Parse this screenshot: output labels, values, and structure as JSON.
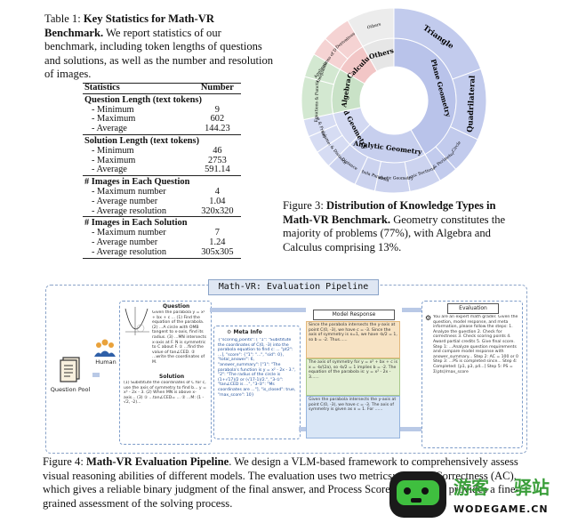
{
  "table1": {
    "caption_label": "Table 1:",
    "caption_bold": "Key Statistics for Math-VR Benchmark.",
    "caption_rest": "We report statistics of our benchmark, including token lengths of questions and solutions, as well as the number and resolution of images.",
    "col_headers": [
      "Statistics",
      "Number"
    ],
    "groups": [
      {
        "title": "Question Length (text tokens)",
        "rows": [
          [
            "- Minimum",
            "9"
          ],
          [
            "- Maximum",
            "602"
          ],
          [
            "- Average",
            "144.23"
          ]
        ]
      },
      {
        "title": "Solution Length (text tokens)",
        "rows": [
          [
            "- Minimum",
            "46"
          ],
          [
            "- Maximum",
            "2753"
          ],
          [
            "- Average",
            "591.14"
          ]
        ]
      },
      {
        "title": "# Images in Each Question",
        "rows": [
          [
            "- Maximum number",
            "4"
          ],
          [
            "- Average number",
            "1.04"
          ],
          [
            "- Average resolution",
            "320x320"
          ]
        ]
      },
      {
        "title": "# Images in Each Solution",
        "rows": [
          [
            "- Maximum number",
            "7"
          ],
          [
            "- Average number",
            "1.24"
          ],
          [
            "- Average resolution",
            "305x305"
          ]
        ]
      }
    ]
  },
  "figure3": {
    "caption_label": "Figure 3:",
    "caption_bold": "Distribution of Knowledge Types in Math-VR Benchmark.",
    "caption_rest": "Geometry constitutes the majority of problems (77%), with Algebra and Calculus comprising 13%.",
    "chart_data": {
      "type": "pie",
      "ring_inner": [
        {
          "label": "Plane Geometry",
          "color": "#b9c3ea"
        },
        {
          "label": "Analytic Geometry",
          "color": "#c7cfee"
        },
        {
          "label": "Solid Geometry",
          "color": "#d3d9f2"
        },
        {
          "label": "Algebra",
          "color": "#c9e2c7"
        },
        {
          "label": "Calculus",
          "color": "#f2c6c6"
        },
        {
          "label": "Others",
          "color": "#e6e6e6"
        }
      ],
      "ring_outer": [
        {
          "label": "Triangle"
        },
        {
          "label": "Quadrilateral"
        },
        {
          "label": "Circle"
        },
        {
          "label": "Arcs & Perimeter"
        },
        {
          "label": "Conic Sections"
        },
        {
          "label": "Synthetic Geometry"
        },
        {
          "label": "Hyperbola Parabola"
        },
        {
          "label": "Distance"
        },
        {
          "label": "Angle & Distance"
        },
        {
          "label": "Volume"
        },
        {
          "label": "Cube & Prism"
        },
        {
          "label": "Equations & Functions"
        },
        {
          "label": "Inequalities"
        },
        {
          "label": "Applications of Derivatives"
        },
        {
          "label": "Derivatives"
        },
        {
          "label": "Others"
        }
      ]
    }
  },
  "figure4": {
    "caption_label": "Figure 4:",
    "caption_bold": "Math-VR Evaluation Pipeline",
    "caption_rest": ". We design a VLM-based framework to comprehensively assess visual reasoning abilities of different models. The evaluation uses two metrics: Answer Correctness (AC), which gives a reliable binary judgment of the final answer, and Process Score (PS), which provides a fine-grained assessment of the solving process.",
    "pipeline_title": "Math-VR: Evaluation Pipeline",
    "question_pool": "Question Pool",
    "human": "Human",
    "question_header": "Question",
    "question_text": "Given the parabola y = x² + bx + c ... (1) Find the equation of the parabola. (2) ...A circle with OMB tangent to x-axis, find its radius. (3) ...MN intersects x-axis at F. N is symmetric to C about F. ① ...find the value of tan∠CED. ② ...write the coordinates of M.",
    "solution_header": "Solution",
    "solution_text": "(1) Substitute the coordinates of C for c, use the axis of symmetry to find b... y = x² - 2x - 3. (2) When MN is above x-axis... (3) ① ...tan∠CED= ... ② ...M: (1 - √2, -2)...",
    "meta_header": "Meta Info",
    "meta_text": "{\"scoring_points\": [ \"1\": \"Substitute the coordinates of C(0, -3) into the parabola equation to find c: ... \"pt2\": ...], \"score\": {\"1\": \"...\", \"sid\": 0}, \"total_answer\": 6, \"answer_summary\": [\"1\": \"The parabola's function is y = x² - 2x - 3.\", \"2\": \"The radius of the circle is (1+√17)/2 or (√17-1)/2.\", \"3-①\": \"tan∠CED is ...\", \"3-②\": \"Ms coordinates are ...\"], \"is_closed\": true, \"max_score\": 10}",
    "model_response_header": "Model Response",
    "model_responses": [
      "Since the parabola intersects the y-axis at point C(0, -3), we have c = -3. Since the axis of symmetry is x=1, we have -b/2 = 1, so b = -2. Thus......",
      "The axis of symmetry for y = x² + bx + c is x = -b/(2a), so -b/2 = 1 implies b = -2. The equation of the parabola is: y = x² - 2x - 3......",
      "Given the parabola intersects the y-axis at point C(0, -3), we have c = -3. The axis of symmetry is given as x = 1. For ......"
    ],
    "evaluation_header": "Evaluation",
    "evaluation_text": "You are an expert math grader. Given the question, model response, and meta information, please follow the steps: 1. Analyze the question 2. Check for correctness 3. Check scoring points 4. Award partial credits 5. Give final score. Step 1: ...Analyze question requirements and compare model response with answer_summary... Step 2: AC = 100 or 0 Step 3: ...PS is completed since... Step 4: Completed: [p1, p3, p4...] Step 5: PS = Σ(pts)/max_score"
  },
  "watermark": {
    "text1": "游客",
    "text2": "驿站",
    "site": "WODEGAME.CN"
  },
  "colors": {
    "accent_blue": "#7d9cc9",
    "model_resp_orange": "#f7e3c4",
    "model_resp_green": "#e3efd2",
    "model_resp_blue": "#d9e6f6",
    "watermark_green": "#3a9e3a"
  }
}
